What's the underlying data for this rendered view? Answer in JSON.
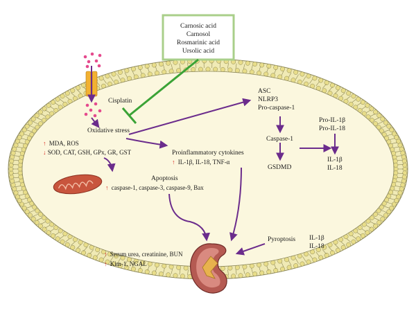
{
  "colors": {
    "pathway_arrow": "#6b2c8c",
    "inhibition": "#3ba336",
    "membrane_head": "#e8dd8a",
    "membrane_outline": "#8a8555",
    "cytoplasm": "#fbf7de",
    "increase_marker": "#d8281e",
    "mitochondrion": "#c8553d",
    "kidney": "#b55a52",
    "kidney_inner": "#e8b24d",
    "channel": "#f2b132",
    "cisplatin_dot": "#e54a8d",
    "box_border": "#a9cf8a"
  },
  "compounds_box": {
    "lines": [
      "Carnosic acid",
      "Carnosol",
      "Rosmarinic acid",
      "Ursolic acid"
    ]
  },
  "labels": {
    "cisplatin": "Cisplatin",
    "oxidative_stress": "Oxidative stress",
    "mda_ros": "MDA, ROS",
    "antioxidants": "SOD, CAT, GSH, GPx, GR, GST",
    "inflammasome": [
      "ASC",
      "NLRP3",
      "Pro-caspase-1"
    ],
    "caspase1": "Caspase-1",
    "gsdmd": "GSDMD",
    "pro_il": [
      "Pro-IL-1β",
      "Pro-IL-18"
    ],
    "il_inner": [
      "IL-1β",
      "IL-18"
    ],
    "proinflammatory_title": "Proinflammatory cytokines",
    "proinflammatory_list": "IL-1β, IL-18, TNF-α",
    "apoptosis_title": "Apoptosis",
    "apoptosis_list": "caspase-1, caspase-3, caspase-9, Bax",
    "pyroptosis": "Pyroptosis",
    "il_outer": [
      "IL-1β",
      "IL-18"
    ],
    "serum_markers": "Serum urea, creatinine, BUN",
    "kidney_markers": "Kim-1, NGAL"
  },
  "markers": {
    "increase": "↑",
    "decrease": "↓"
  }
}
